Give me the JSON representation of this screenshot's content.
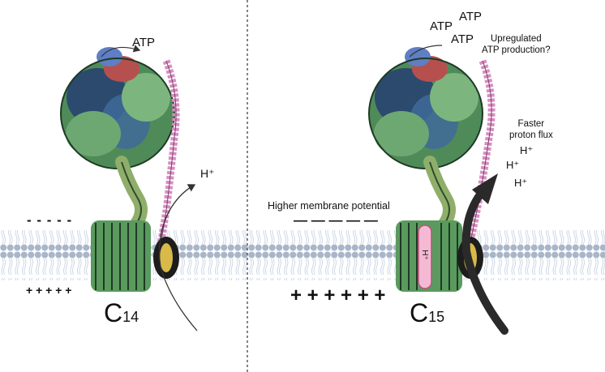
{
  "left_panel": {
    "atp_label": "ATP",
    "proton_label": "H⁺",
    "neg_charges": "- - - - -",
    "pos_charges": "+ + + + +",
    "ring_letter": "C",
    "ring_subscript": "14"
  },
  "right_panel": {
    "atp_labels": [
      "ATP",
      "ATP",
      "ATP"
    ],
    "upregulated_text": [
      "Upregulated",
      "ATP production?"
    ],
    "faster_flux_text": [
      "Faster",
      "proton flux"
    ],
    "proton_labels": [
      "H⁺",
      "H⁺",
      "H⁺"
    ],
    "membrane_potential_text": "Higher membrane potential",
    "neg_charges": "— — — — —",
    "pos_charges": "+ + + + + +",
    "ring_letter": "C",
    "ring_subscript": "15",
    "insert_label": "H⁺"
  },
  "colors": {
    "membrane_head": "#a9b6c9",
    "membrane_tail": "#c7d3e3",
    "c_ring": "#5b9a5e",
    "f1_green": "#6da872",
    "f1_dark": "#1d3a25",
    "f1_blue": "#5f7ec3",
    "f1_red": "#b6504e",
    "stalk_pink": "#d98ec2",
    "stator_yellow": "#d8b94a",
    "pink_insert": "#f5b9d4",
    "divider": "#333333"
  }
}
